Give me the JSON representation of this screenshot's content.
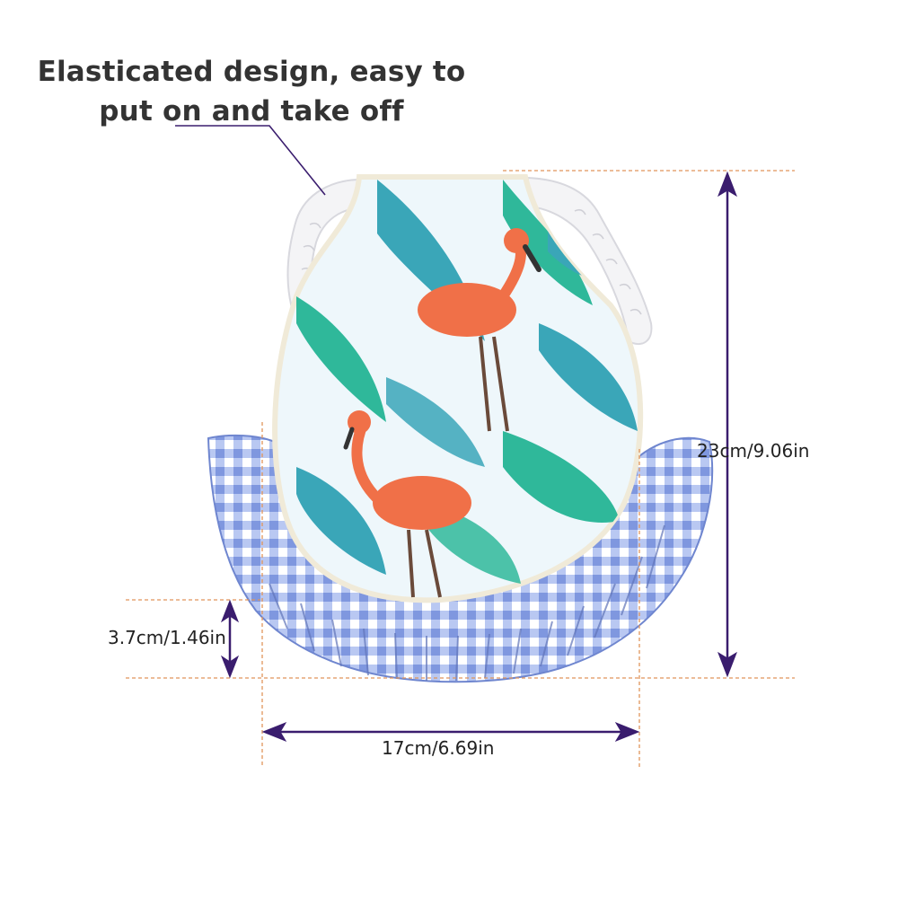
{
  "headline": {
    "line1": "Elasticated design, easy to",
    "line2": "put on and take off"
  },
  "dimensions": {
    "height_label": "23cm/9.06in",
    "frill_label": "3.7cm/1.46in",
    "width_label": "17cm/6.69in"
  },
  "colors": {
    "arrow": "#3a1d6e",
    "guide_line": "#e0955a",
    "leaf_teal": "#3aa6b8",
    "leaf_green": "#2fb89a",
    "flamingo": "#f07048",
    "gingham": "#8fa7e6",
    "elastic": "#f4f4f6"
  },
  "product": {
    "items": [
      "flamingo-print-bib",
      "gingham-ruffle-frill",
      "elastic-strap-left",
      "elastic-strap-right"
    ]
  }
}
